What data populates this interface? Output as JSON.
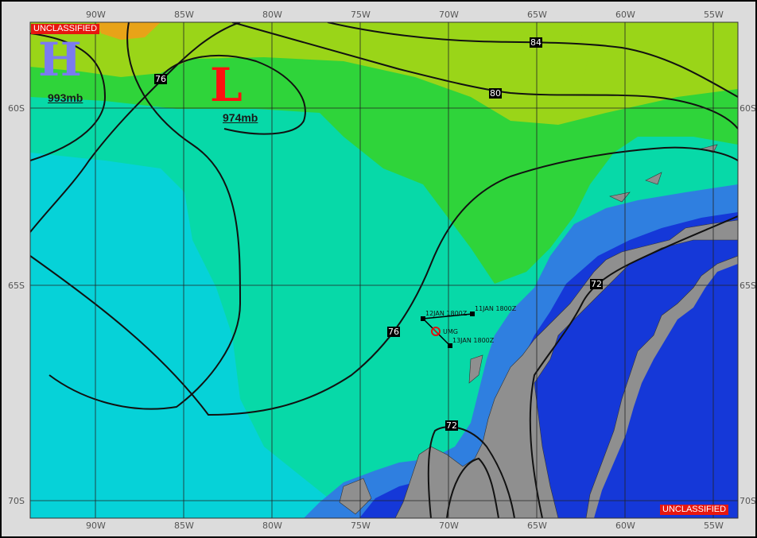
{
  "classification": {
    "top": "UNCLASSIFIED",
    "bottom": "UNCLASSIFIED"
  },
  "lon_labels_top": [
    "90W",
    "85W",
    "80W",
    "75W",
    "70W",
    "65W",
    "60W",
    "55W"
  ],
  "lon_labels_bottom": [
    "90W",
    "85W",
    "80W",
    "75W",
    "70W",
    "65W",
    "60W",
    "55W"
  ],
  "lat_labels_left": [
    "60S",
    "65S",
    "70S"
  ],
  "lat_labels_right": [
    "60S",
    "65S",
    "70S"
  ],
  "pressure_systems": {
    "high": {
      "letter": "H",
      "value": "993mb",
      "color": "#7b7bf0"
    },
    "low": {
      "letter": "L",
      "value": "974mb",
      "color": "#ff1010"
    }
  },
  "contour_labels": [
    "84",
    "80",
    "76",
    "76",
    "72",
    "72"
  ],
  "track": {
    "points": [
      "11JAN 1800Z",
      "12JAN 1800Z",
      "13JAN 1800Z"
    ],
    "station": "UMG"
  },
  "colors": {
    "cyan": "#06d2d8",
    "teal": "#07d9a8",
    "green": "#2fd43a",
    "light_green": "#9ad518",
    "orange": "#e8a318",
    "blue": "#2f7fe0",
    "dark_blue": "#1538d8",
    "land": "#8f8f8f"
  }
}
